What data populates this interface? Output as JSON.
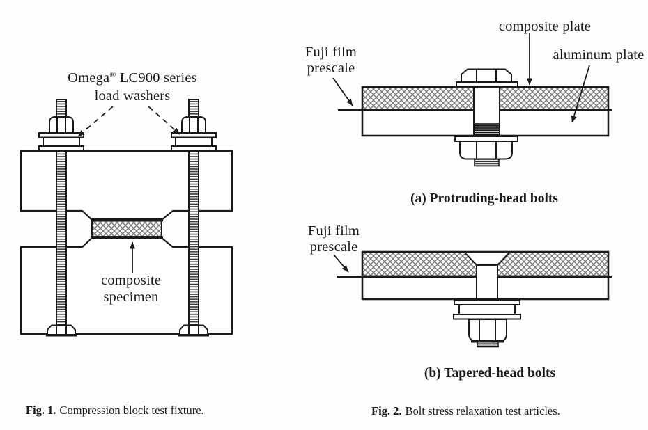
{
  "colors": {
    "ink": "#1a1a1a",
    "paper": "#fefefe",
    "hatch_gray": "#777777"
  },
  "fig1": {
    "load_washers_label": {
      "brand": "Omega",
      "registered": "®",
      "series": " LC900 series",
      "line2": "load washers"
    },
    "specimen_label": {
      "line1": "composite",
      "line2": "specimen"
    },
    "caption": {
      "label": "Fig. 1.",
      "text": "Compression block test fixture."
    }
  },
  "fig2": {
    "composite_plate_label": "composite plate",
    "aluminum_plate_label": "aluminum plate",
    "fuji_film_label_a": {
      "line1": "Fuji film",
      "line2": "prescale"
    },
    "fuji_film_label_b": {
      "line1": "Fuji film",
      "line2": "prescale"
    },
    "subcaption_a": "(a) Protruding-head bolts",
    "subcaption_b": "(b) Tapered-head bolts",
    "caption": {
      "label": "Fig. 2.",
      "text": "Bolt stress relaxation test articles."
    }
  }
}
